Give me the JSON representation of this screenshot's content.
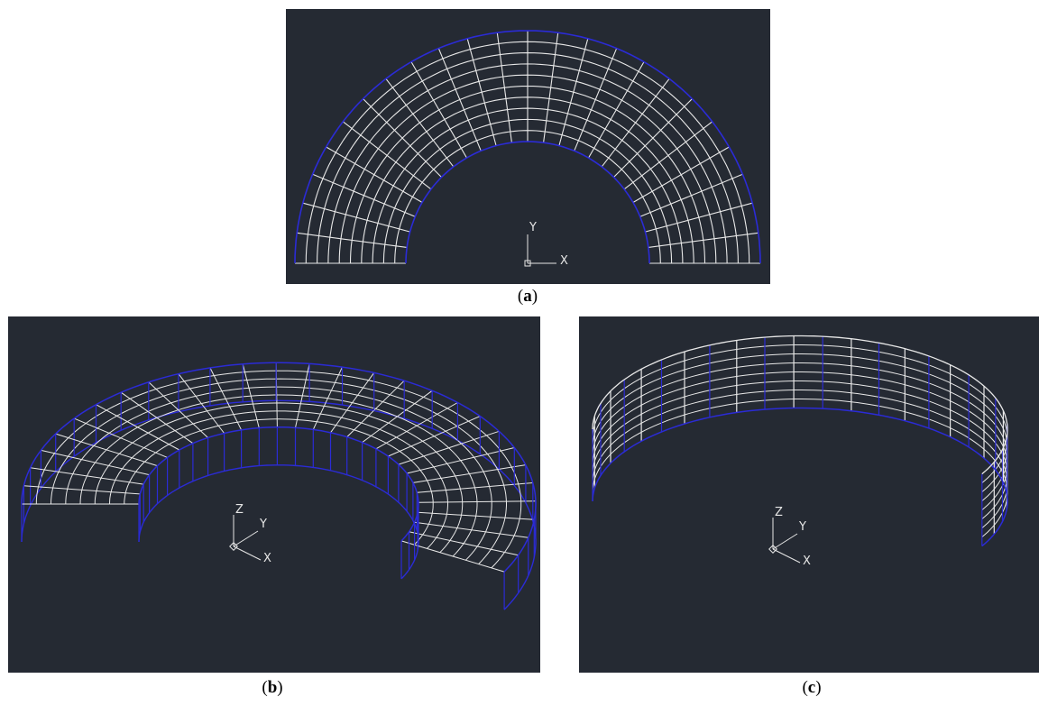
{
  "panels": [
    {
      "id": "a",
      "view": "plan",
      "caption_open": "(",
      "caption_letter": "a",
      "caption_close": ")"
    },
    {
      "id": "b",
      "view": "isometric",
      "caption_open": "(",
      "caption_letter": "b",
      "caption_close": ")"
    },
    {
      "id": "c",
      "view": "isometric-wall",
      "caption_open": "(",
      "caption_letter": "c",
      "caption_close": ")"
    }
  ],
  "axes_2d": {
    "y": "Y",
    "x": "X"
  },
  "axes_3d": {
    "z": "Z",
    "y": "Y",
    "x": "X"
  },
  "colors": {
    "background": "#252a33",
    "mesh": "#e8e8e8",
    "edge": "#2b2bd6"
  }
}
